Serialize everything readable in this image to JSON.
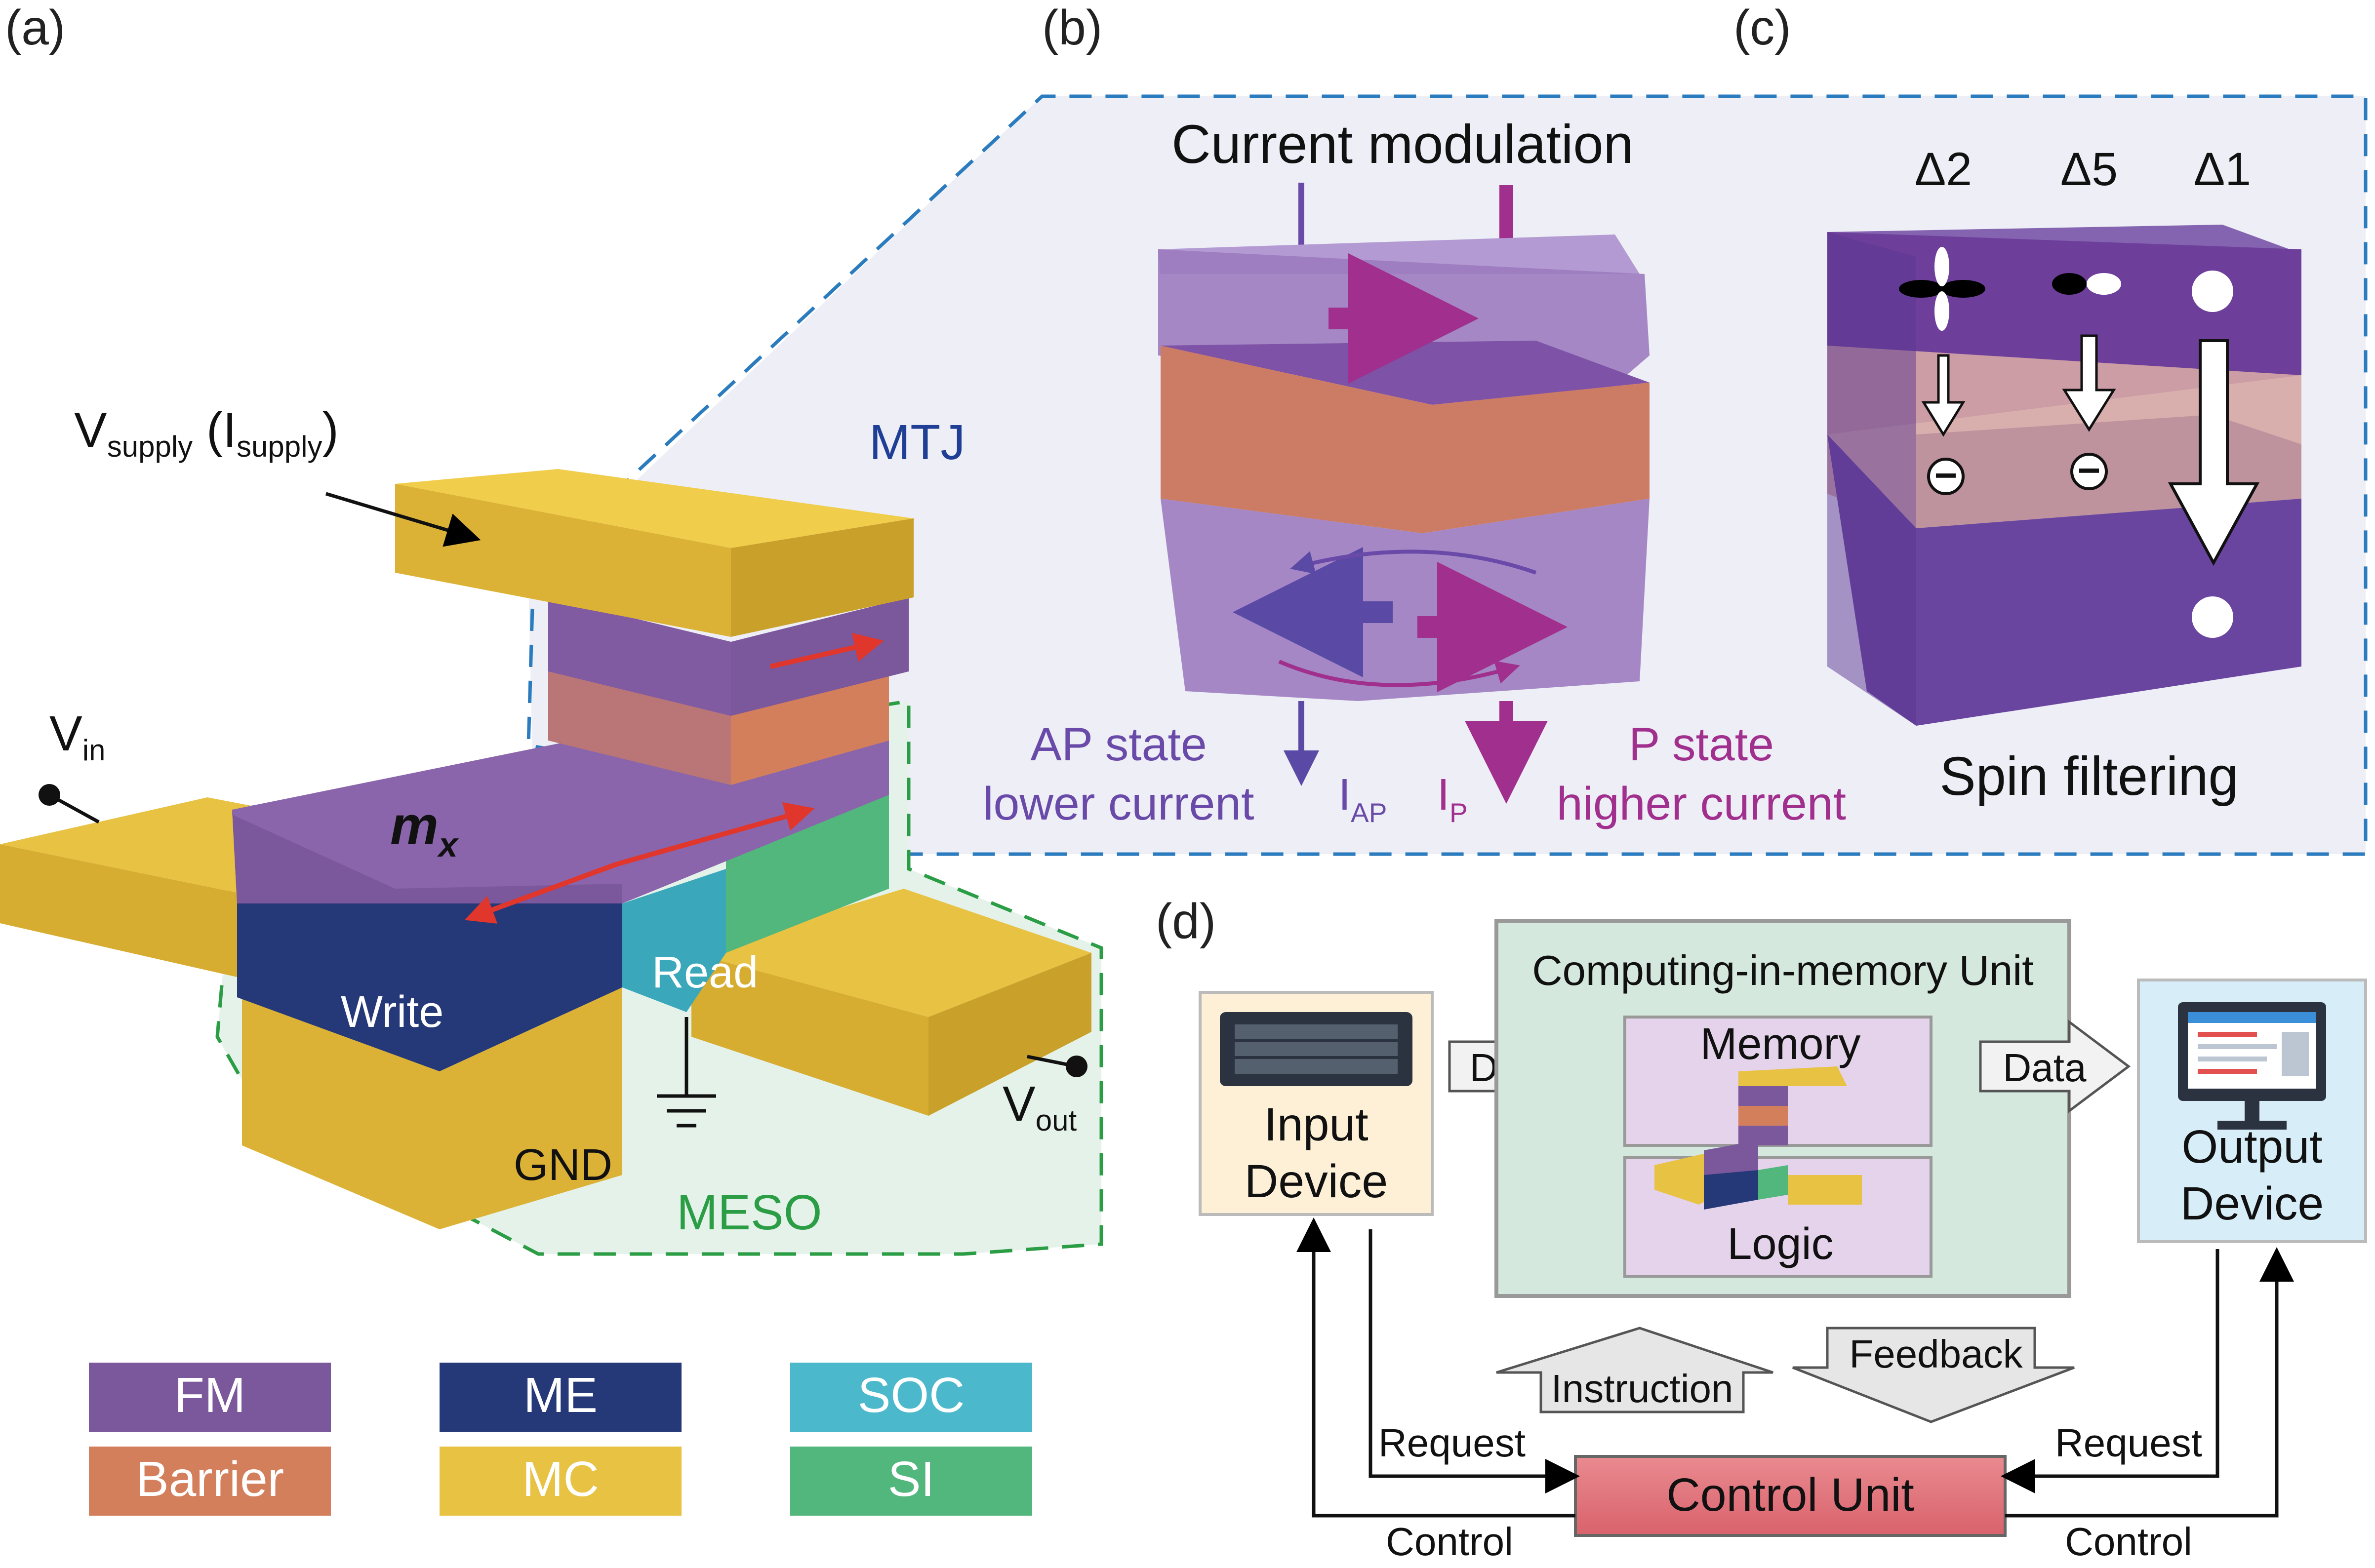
{
  "panel_labels": {
    "a": "(a)",
    "b": "(b)",
    "c": "(c)",
    "d": "(d)"
  },
  "panel_a": {
    "vsupply": {
      "v": "V",
      "v_sub": "supply",
      "paren_open": " (I",
      "i_sub": "supply",
      "paren_close": ")"
    },
    "vin": {
      "v": "V",
      "sub": "in"
    },
    "vout": {
      "v": "V",
      "sub": "out"
    },
    "mtj": "MTJ",
    "mx": {
      "m": "m",
      "sub": "x"
    },
    "write": "Write",
    "read": "Read",
    "gnd": "GND",
    "meso": "MESO"
  },
  "legend": [
    {
      "label": "FM",
      "color": "#7b579b"
    },
    {
      "label": "ME",
      "color": "#253878"
    },
    {
      "label": "SOC",
      "color": "#4bb8cc"
    },
    {
      "label": "Barrier",
      "color": "#d47f5b"
    },
    {
      "label": "MC",
      "color": "#e8c243"
    },
    {
      "label": "SI",
      "color": "#52b77c"
    }
  ],
  "panel_b": {
    "title": "Current modulation",
    "ap_state_line1": "AP state",
    "ap_state_line2": "lower current",
    "i_ap": {
      "i": "I",
      "sub": "AP"
    },
    "i_p": {
      "i": "I",
      "sub": "P"
    },
    "p_state_line1": "P state",
    "p_state_line2": "higher current"
  },
  "panel_c": {
    "delta2": "Δ2",
    "delta5": "Δ5",
    "delta1": "Δ1",
    "minus": "−",
    "caption": "Spin filtering"
  },
  "panel_d": {
    "input_device": [
      "Input",
      "Device"
    ],
    "output_device": [
      "Output",
      "Device"
    ],
    "cim_unit": "Computing-in-memory Unit",
    "memory": "Memory",
    "logic": "Logic",
    "data_left": "Data",
    "data_right": "Data",
    "instruction": "Instruction",
    "feedback": "Feedback",
    "request_left": "Request",
    "request_right": "Request",
    "control_unit": "Control Unit",
    "control_left": "Control",
    "control_right": "Control"
  },
  "colors": {
    "fm": "#7b579b",
    "me": "#253878",
    "soc": "#4bb8cc",
    "barrier": "#d47f5b",
    "mc": "#e8c243",
    "si": "#52b77c",
    "mtj_blue": "#1f3e95",
    "meso_green": "#2a9d45",
    "magenta": "#a02f8d",
    "ap_purple": "#6a4aa8",
    "callout_border": "#2b7bbf",
    "control_unit": "#e2747c"
  }
}
